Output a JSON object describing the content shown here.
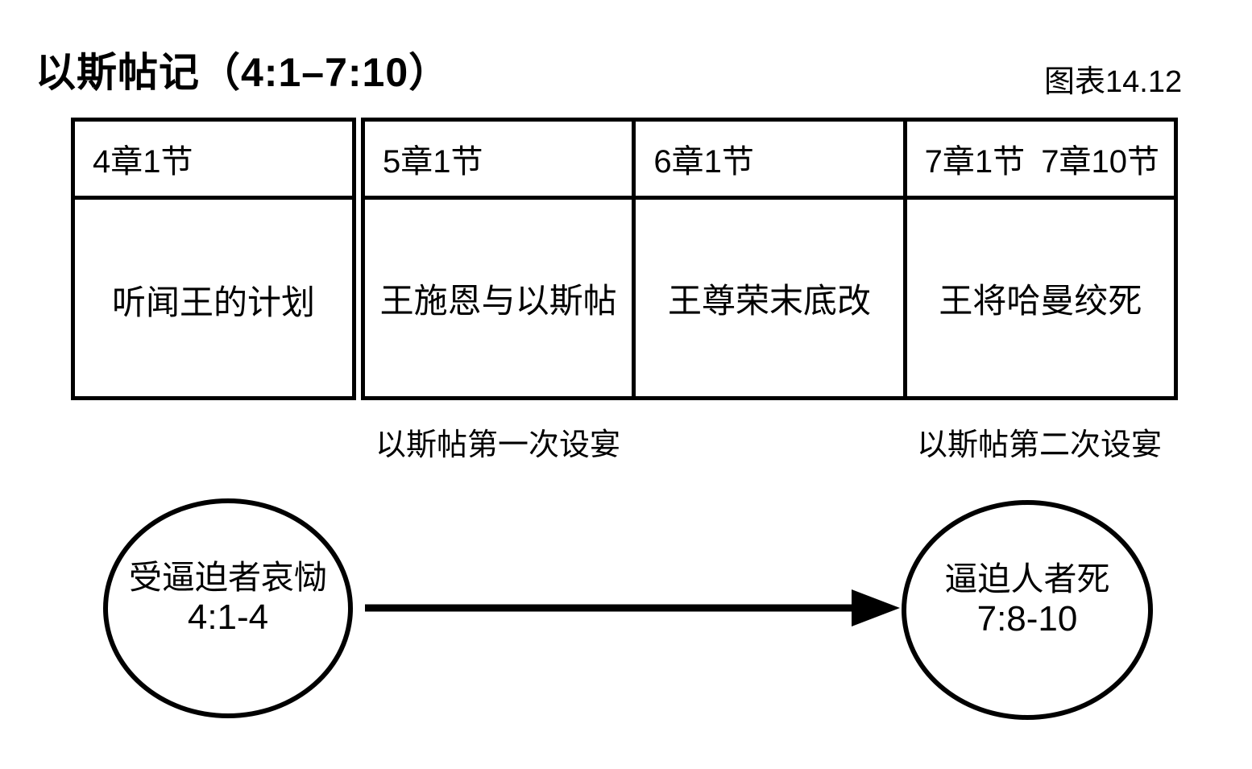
{
  "title": "以斯帖记（4:1–7:10）",
  "figure_label": "图表14.12",
  "table": {
    "columns": [
      {
        "header": "4章1节",
        "body": "听闻王的计划"
      },
      {
        "header": "5章1节",
        "body": "王施恩与以斯帖"
      },
      {
        "header": "6章1节",
        "body": "王尊荣末底改"
      },
      {
        "header": "7章1节",
        "header2": "7章10节",
        "body": "王将哈曼绞死"
      }
    ]
  },
  "labels": {
    "first_banquet": "以斯帖第一次设宴",
    "second_banquet": "以斯帖第二次设宴"
  },
  "nodes": {
    "start": {
      "text": "受逼迫者哀恸",
      "ref": "4:1-4"
    },
    "end": {
      "text": "逼迫人者死",
      "ref": "7:8-10"
    }
  },
  "colors": {
    "ink": "#000000",
    "background": "#ffffff"
  }
}
